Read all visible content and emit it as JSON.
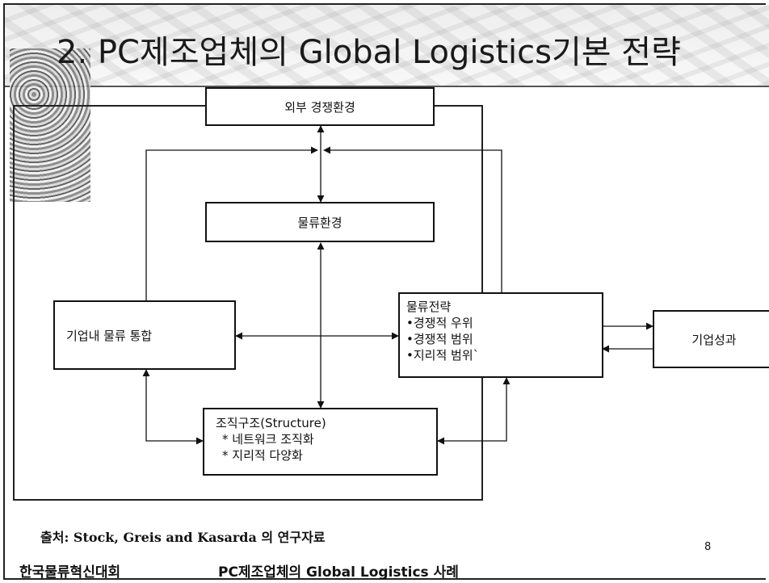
{
  "title": "2. PC제조업체의 Global Logistics기본 전략",
  "diagram": {
    "external_env": "외부 경쟁환경",
    "logistics_env": "물류환경",
    "internal_integration": "기업내 물류 통합",
    "strategy": {
      "heading": "물류전략",
      "items": [
        "•경쟁적 우위",
        "•경쟁적 범위",
        "•지리적 범위`"
      ]
    },
    "structure": {
      "heading": "조직구조(Structure)",
      "items": [
        "* 네트워크 조직화",
        "* 지리적 다양화"
      ]
    },
    "performance": "기업성과"
  },
  "source": "출처: Stock, Greis and Kasarda 의 연구자료",
  "page_number": "8",
  "footer": {
    "left": "한국물류혁신대회",
    "center": "PC제조업체의 Global Logistics 사례"
  }
}
